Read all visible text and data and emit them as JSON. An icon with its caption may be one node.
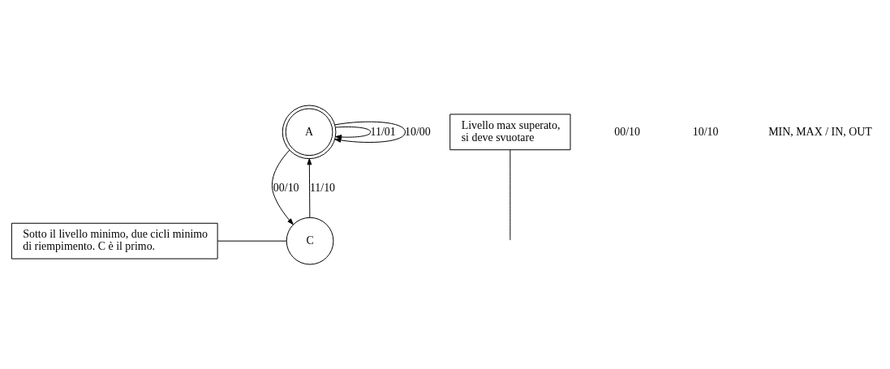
{
  "diagram": {
    "nodes": [
      {
        "text": [
          "A"
        ]
      },
      {
        "text": [
          "C"
        ]
      },
      {
        "text": [
          "Livello max superato, si deve svuotare"
        ]
      },
      {
        "text": [
          "Sotto il livello minimo, due cicli minimo di riempimento. C è il primo."
        ]
      }
    ],
    "edges": [
      {
        "from": 0,
        "to": 0,
        "arrow": "to",
        "label": "11/01"
      },
      {
        "from": 0,
        "to": 0,
        "arrow": "to",
        "label": "10/00"
      },
      {
        "from": 0,
        "to": 1,
        "arrow": "to",
        "label": "00/10"
      },
      {
        "from": 1,
        "to": 0,
        "arrow": "to",
        "label": "11/10"
      },
      {
        "from": 2,
        "to": null,
        "arrow": "none"
      },
      {
        "from": 3,
        "to": 1,
        "arrow": "none"
      }
    ],
    "labels": [
      "00/10",
      "10/10",
      "MIN, MAX / IN, OUT"
    ]
  }
}
